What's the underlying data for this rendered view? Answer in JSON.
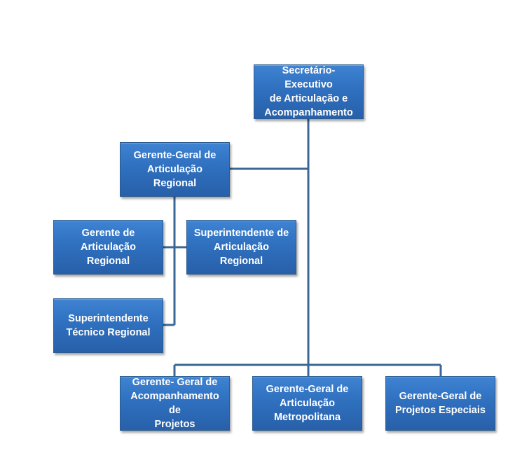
{
  "org_chart": {
    "secretario": "Secretário-Executivo\nde Articulação  e\nAcompanhamento",
    "gerente_geral_articulacao_regional": "Gerente-Geral de\nArticulação  Regional",
    "gerente_articulacao_regional": "Gerente de\nArticulação  Regional",
    "superintendente_articulacao_regional": "Superintendente de\nArticulação  Regional",
    "superintendente_tecnico_regional": "Superintendente\nTécnico Regional",
    "gerente_geral_acompanhamento_projetos": "Gerente- Geral de\nAcompanhamento  de\nProjetos",
    "gerente_geral_articulacao_metropolitana": "Gerente-Geral de\nArticulação\nMetropolitana",
    "gerente_geral_projetos_especiais": "Gerente-Geral de\nProjetos Especiais"
  },
  "colors": {
    "box_fill": "#2f70bf",
    "connector": "#3b6796",
    "text": "#ffffff"
  }
}
